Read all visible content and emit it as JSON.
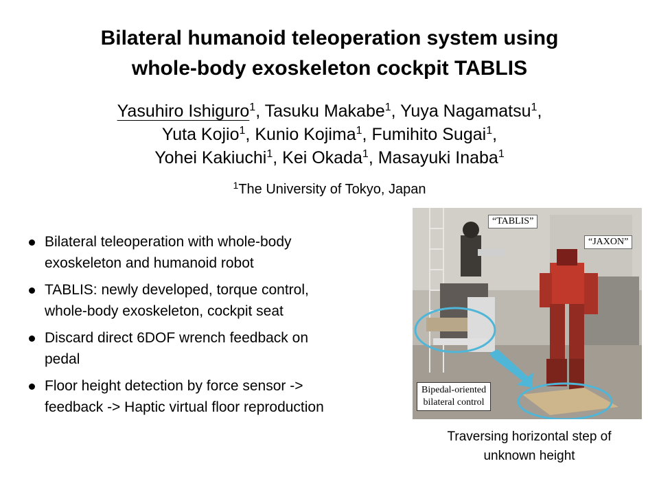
{
  "title": {
    "line1": "Bilateral humanoid teleoperation system using",
    "line2": "whole-body exoskeleton cockpit TABLIS"
  },
  "authors": {
    "line1": [
      {
        "name": "Yasuhiro Ishiguro",
        "sup": "1",
        "sep": ", "
      },
      {
        "name": "Tasuku Makabe",
        "sup": "1",
        "sep": ", "
      },
      {
        "name": "Yuya Nagamatsu",
        "sup": "1",
        "sep": ","
      }
    ],
    "line2": [
      {
        "name": "Yuta Kojio",
        "sup": "1",
        "sep": ", "
      },
      {
        "name": "Kunio Kojima",
        "sup": "1",
        "sep": ", "
      },
      {
        "name": "Fumihito Sugai",
        "sup": "1",
        "sep": ","
      }
    ],
    "line3": [
      {
        "name": "Yohei Kakiuchi",
        "sup": "1",
        "sep": ", "
      },
      {
        "name": "Kei Okada",
        "sup": "1",
        "sep": ", "
      },
      {
        "name": "Masayuki Inaba",
        "sup": "1",
        "sep": ""
      }
    ]
  },
  "affiliation": {
    "sup": "1",
    "text": "The University of Tokyo, Japan"
  },
  "bullets": [
    {
      "line1": "Bilateral teleoperation with whole-body",
      "line2": "exoskeleton and humanoid robot"
    },
    {
      "line1": "TABLIS: newly developed, torque control,",
      "line2": "whole-body exoskeleton, cockpit seat"
    },
    {
      "line1": "Discard direct 6DOF wrench feedback on",
      "line2": "pedal"
    },
    {
      "line1": "Floor height detection by force sensor ->",
      "line2": "feedback -> Haptic virtual floor reproduction"
    }
  ],
  "figure": {
    "label_tablis": "“TABLIS”",
    "label_jaxon": "“JAXON”",
    "label_control_line1": "Bipedal-oriented",
    "label_control_line2": "bilateral control",
    "caption_line1": "Traversing horizontal step of",
    "caption_line2": "unknown height"
  },
  "colors": {
    "ellipse": "#4fb6d8",
    "robot_red": "#c0392b",
    "photo_bg": "#b9b4ad"
  }
}
